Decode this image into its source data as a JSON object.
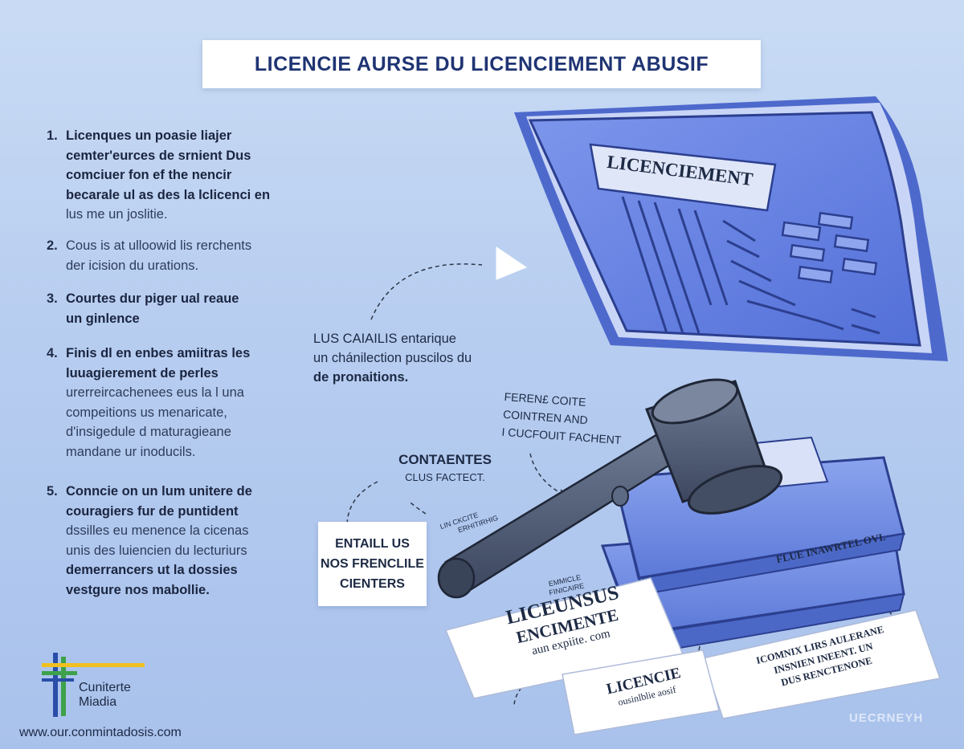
{
  "title": "LICENCIE AURSE DU LICENCIEMENT  ABUSIF",
  "steps": [
    {
      "num": "1.",
      "lines": [
        {
          "text": "Licenques un poasie liajer",
          "style": "strong"
        },
        {
          "text": "cemter'eurces de srnient Dus",
          "style": "strong"
        },
        {
          "text": "comciuer fon ef the nencir",
          "style": "strong"
        },
        {
          "text": "becarale ul as des la lclicenci en",
          "style": "strong"
        },
        {
          "text": "lus me un joslitie.",
          "style": "light"
        }
      ]
    },
    {
      "num": "2.",
      "lines": [
        {
          "text": "Cous is at ulloowid lis rerchents",
          "style": "light"
        },
        {
          "text": "der icision du urations.",
          "style": "light"
        }
      ]
    },
    {
      "num": "3.",
      "lines": [
        {
          "text": "Courtes dur piger ual reaue",
          "style": "strong"
        },
        {
          "text": "un ginlence",
          "style": "strong"
        }
      ]
    },
    {
      "num": "4.",
      "lines": [
        {
          "text": "Finis dl en enbes amiitras les",
          "style": "strong"
        },
        {
          "text": "luuagiereme­nt de perles",
          "style": "strong"
        },
        {
          "text": "urerreircachenees eus la l una",
          "style": "light"
        },
        {
          "text": "compeitions us menaricate,",
          "style": "light"
        },
        {
          "text": "d'insigedule d maturagieane",
          "style": "light"
        },
        {
          "text": "mandane ur inoducils.",
          "style": "light"
        }
      ]
    },
    {
      "num": "5.",
      "lines": [
        {
          "text": "Conncie on un lum unitere de",
          "style": "strong"
        },
        {
          "text": "couragiers fur de puntident",
          "style": "strong"
        },
        {
          "text": "dssilles eu menence la cicenas",
          "style": "light"
        },
        {
          "text": "unis des luiencien du lecturiurs",
          "style": "light"
        },
        {
          "text": "demerrancers ut la dossies",
          "style": "strong"
        },
        {
          "text": "vestgure nos mabollie.",
          "style": "strong"
        }
      ]
    }
  ],
  "document_label": "LICENCIEMENT",
  "mid_text": [
    "LUS CAIAILIS entarique",
    "un chánilection puscilos du",
    "de pronaitions."
  ],
  "note_top_right": [
    "FEREN£ COITE",
    "COINTREN AND",
    "I CUCFOUIT FACHENT"
  ],
  "contaentes": {
    "title": "CONTAENTES",
    "sub": "CLUS FACTECT."
  },
  "small_gavel_label": [
    "LIN CKCITE",
    "ERHITIRHIG"
  ],
  "callout_box": [
    "ENTAILL US",
    "NOS FRENCLILE",
    "CIENTERS"
  ],
  "book_spine": "FLUE INAWRTEL OVI.",
  "small_stack_label": [
    "EMMICLE",
    "FINICAIRE"
  ],
  "paper_left": [
    "LICEUNSUS",
    "ENCIMENTE",
    "aun expiite. com"
  ],
  "paper_bottom": [
    "LICENCIE",
    "ousinlblie aosif"
  ],
  "paper_right": [
    "ICOMNIX LIRS AULERANE",
    "INSNIEN INEENT. UN",
    "DUS RENCTENONE"
  ],
  "logo": {
    "line1": "Cuniterte",
    "line2": "Miadia"
  },
  "url": "www.our.conmintadosis.com",
  "watermark": "UECRNEYH",
  "colors": {
    "title_text": "#1f3473",
    "background_top": "#c9dbf4",
    "background_bottom": "#a9c2ec",
    "document_blue": "#5d7be0",
    "gavel_gray": "#4e5a70",
    "book_blue": "#6f8de6",
    "logo_green": "#3da24a",
    "logo_blue": "#2a4ea8",
    "logo_yellow": "#f0c020"
  }
}
